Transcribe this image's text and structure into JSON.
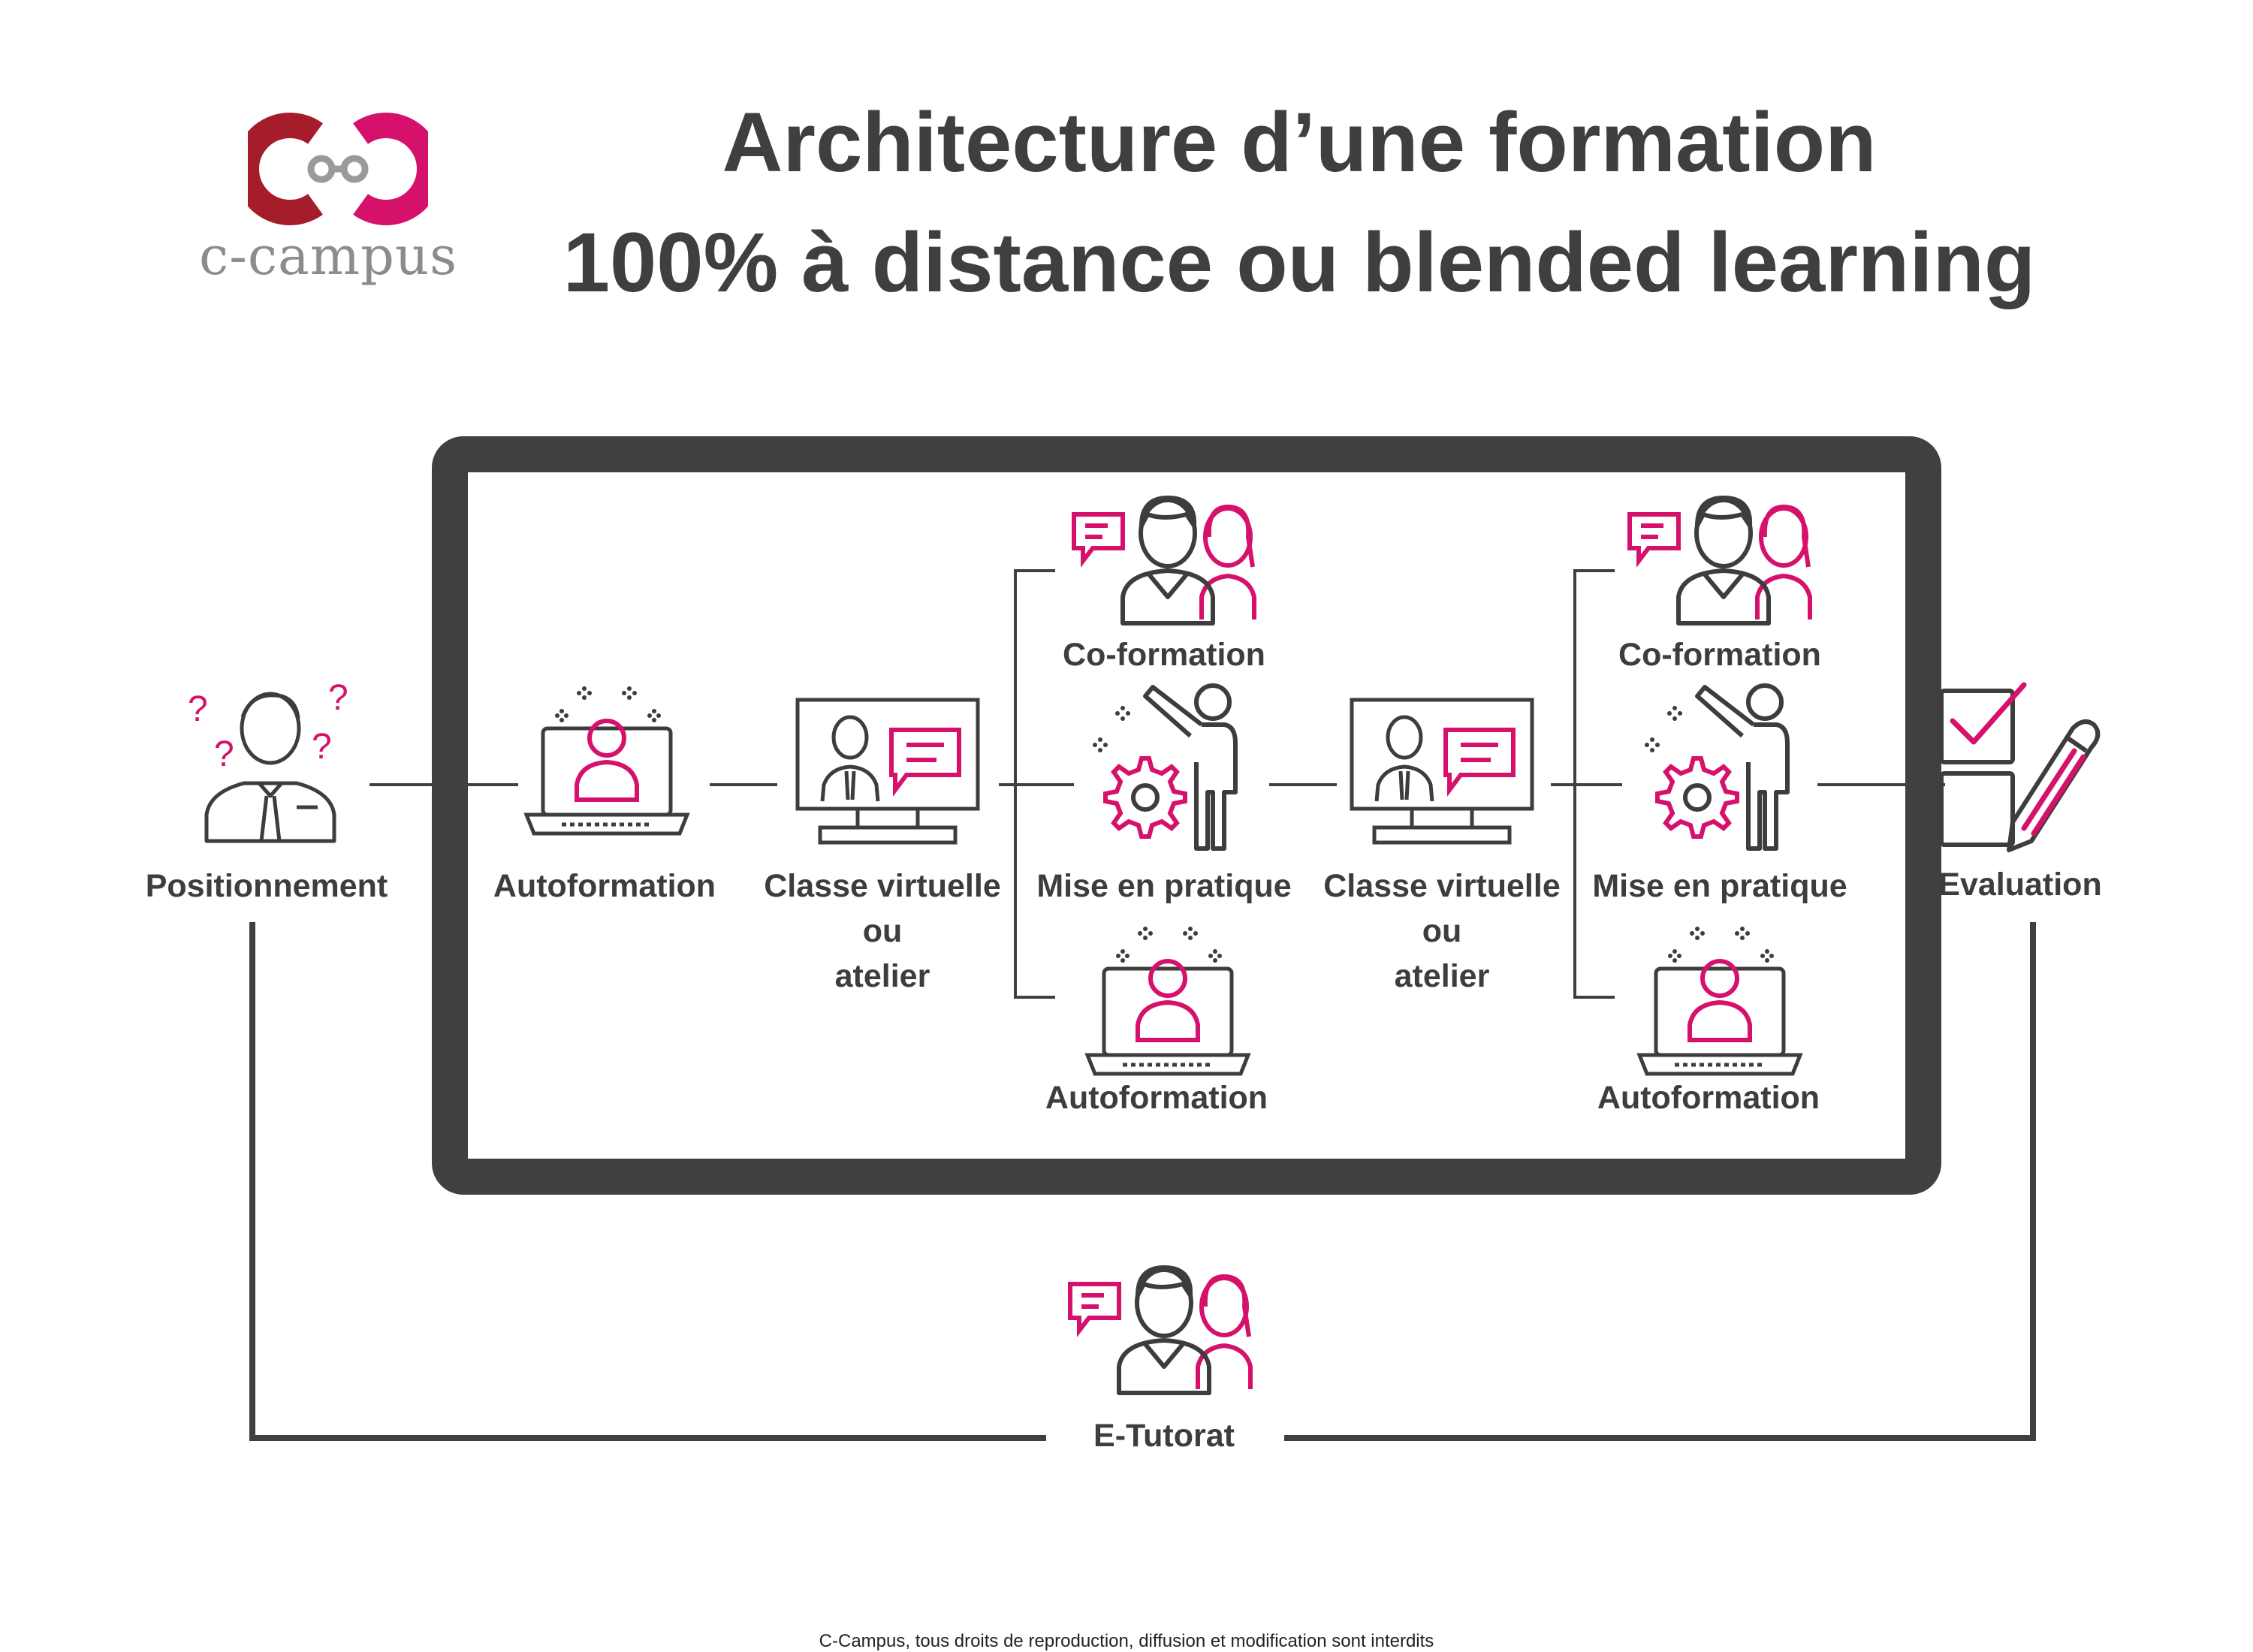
{
  "title": {
    "line1": "Architecture d’une formation",
    "line2": "100% à distance ou blended learning"
  },
  "logo": {
    "text": "c-campus"
  },
  "colors": {
    "accent": "#d6116c",
    "logo_red": "#a51d2b",
    "dark": "#3d3d3d",
    "frame": "#404040"
  },
  "steps": {
    "positionnement": "Positionnement",
    "autoformation_1": "Autoformation",
    "classe_1": {
      "line1": "Classe virtuelle",
      "line2": "ou",
      "line3": "atelier"
    },
    "coformation_1": "Co-formation",
    "pratique_1": "Mise en pratique",
    "autoformation_2": "Autoformation",
    "classe_2": {
      "line1": "Classe virtuelle",
      "line2": "ou",
      "line3": "atelier"
    },
    "coformation_2": "Co-formation",
    "pratique_2": "Mise en pratique",
    "autoformation_3": "Autoformation",
    "evaluation": "Evaluation",
    "etutorat": "E-Tutorat"
  },
  "footer": "C-Campus, tous droits de reproduction, diffusion et modification sont interdits"
}
